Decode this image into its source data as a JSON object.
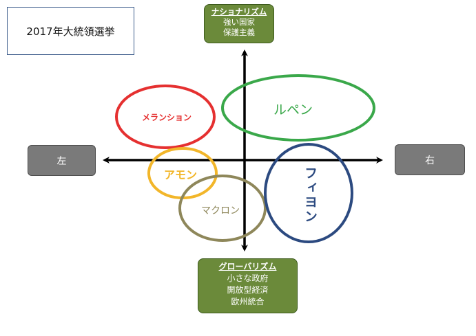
{
  "title": "2017年大統領選挙",
  "axes": {
    "top": {
      "heading": "ナショナリズム",
      "lines": [
        "強い国家",
        "保護主義"
      ]
    },
    "bottom": {
      "heading": "グローバリズム",
      "lines": [
        "小さな政府",
        "開放型経済",
        "欧州統合"
      ]
    },
    "left": "左",
    "right": "右"
  },
  "candidates": [
    {
      "name": "メランション",
      "color": "#e53030"
    },
    {
      "name": "ルペン",
      "color": "#3aa84a"
    },
    {
      "name": "アモン",
      "color": "#f2b62a"
    },
    {
      "name": "マクロン",
      "color": "#8e875a"
    },
    {
      "name": "フィヨン",
      "color": "#2c4a80"
    }
  ]
}
